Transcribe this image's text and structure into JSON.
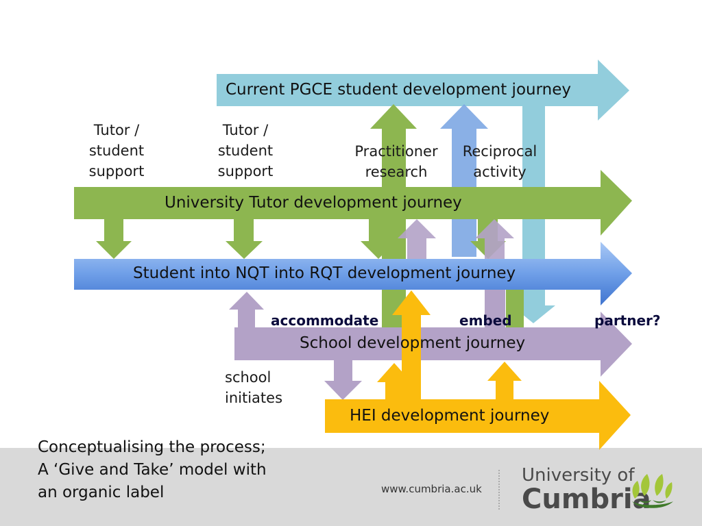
{
  "diagram": {
    "journeys": {
      "pgce": "Current PGCE student development journey",
      "tutor": "University Tutor development journey",
      "student": "Student into NQT into RQT development journey",
      "school": "School development journey",
      "hei": "HEI development journey"
    },
    "labels": {
      "tutor_support_1": [
        "Tutor /",
        "student",
        "support"
      ],
      "tutor_support_2": [
        "Tutor /",
        "student",
        "support"
      ],
      "practitioner_research": [
        "Practitioner",
        "research"
      ],
      "reciprocal_activity": [
        "Reciprocal",
        "activity"
      ],
      "school_initiates": [
        "school",
        "initiates"
      ]
    },
    "keywords": {
      "accommodate": "accommodate",
      "embed": "embed",
      "partner": "partner?"
    },
    "colors": {
      "pgce": "#92cddc",
      "tutor": "#8db650",
      "student": "#5b8ee0",
      "school": "#b3a2c7",
      "hei": "#fbbc0e",
      "reciprocal": "#7da7e3"
    }
  },
  "caption": {
    "line1": "Conceptualising the process;",
    "line2": "A ‘Give and Take’ model with",
    "line3": "an organic label"
  },
  "footer": {
    "url": "www.cumbria.ac.uk",
    "logo_line1": "University of",
    "logo_line2": "Cumbria",
    "logo_icon": "leaf-cluster-icon",
    "logo_colors": {
      "light_green": "#a3c639",
      "dark_green": "#3f7a2a",
      "gray": "#4a4a4a"
    }
  }
}
